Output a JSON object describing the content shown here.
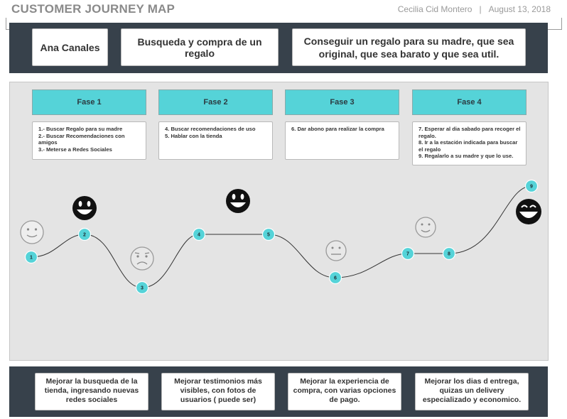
{
  "header": {
    "title": "CUSTOMER JOURNEY MAP",
    "author": "Cecilia Cid Montero",
    "separator": "|",
    "date": "August 13, 2018"
  },
  "persona": "Ana Canales",
  "scenario": "Busqueda y compra de un regalo",
  "goal": "Conseguir un regalo para su madre, que sea original, que sea barato y que sea util.",
  "phases": [
    {
      "label": "Fase 1",
      "actions": [
        "1.- Buscar Regalo para su madre",
        "2.- Buscar Recomendaciones con amigos",
        "3.- Meterse a Redes Sociales"
      ]
    },
    {
      "label": "Fase 2",
      "actions": [
        "4. Buscar recomendaciones de uso",
        "5. Hablar con la tienda"
      ]
    },
    {
      "label": "Fase 3",
      "actions": [
        "6. Dar abono para realizar la compra"
      ]
    },
    {
      "label": "Fase 4",
      "actions": [
        "7. Esperar al dia sabado para recoger el regalo.",
        "8. Ir a la estación indicada para buscar el regalo",
        "9. Regalarlo a su madre y que lo use."
      ]
    }
  ],
  "journey": {
    "steps": [
      "1",
      "2",
      "3",
      "4",
      "5",
      "6",
      "7",
      "8",
      "9"
    ],
    "node_color": "#55d3d8",
    "emotions": [
      {
        "name": "neutral-smile-face-icon"
      },
      {
        "name": "big-smile-face-icon"
      },
      {
        "name": "sad-face-icon"
      },
      {
        "name": "big-smile-face-icon"
      },
      {
        "name": "neutral-face-icon"
      },
      {
        "name": "neutral-smile-face-icon"
      },
      {
        "name": "laughing-face-icon"
      }
    ]
  },
  "opportunities": [
    "Mejorar la  busqueda  de la tienda, ingresando nuevas redes sociales",
    "Mejorar testimonios más visibles, con fotos de usuarios ( puede ser)",
    "Mejorar la experiencia de compra, con varias opciones de pago.",
    "Mejorar los dias d entrega, quizas un delivery especializado y economico."
  ],
  "colors": {
    "dark_band": "#37414b",
    "phase_teal": "#55d3d8",
    "board_gray": "#e4e4e4"
  }
}
